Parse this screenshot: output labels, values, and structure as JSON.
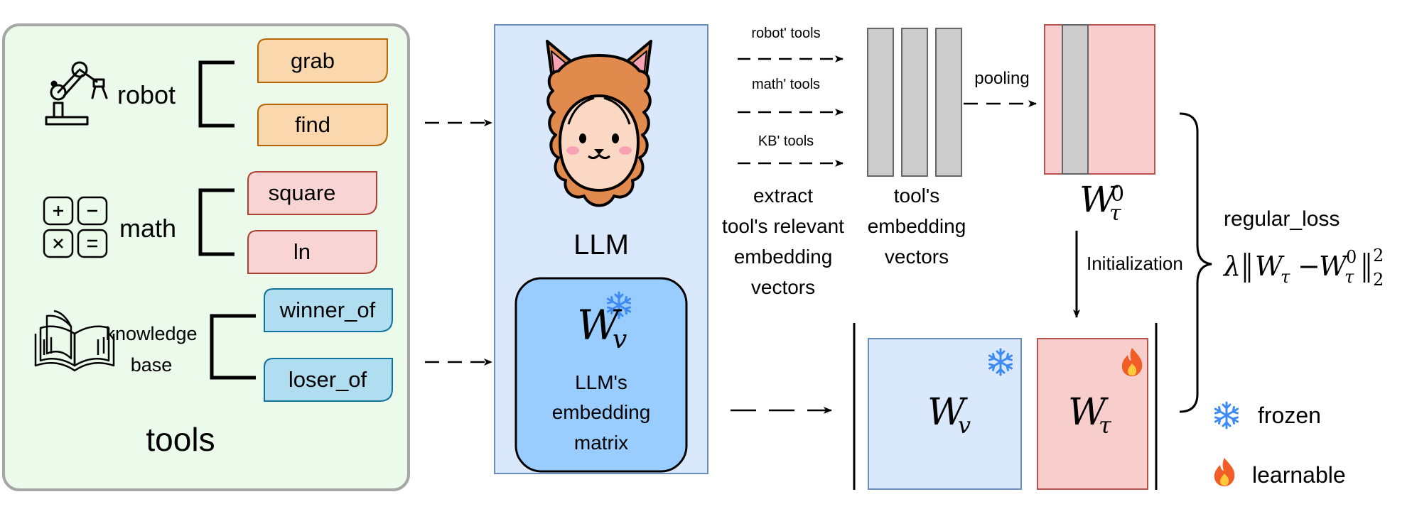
{
  "tools_panel": {
    "title": "tools",
    "groups": [
      {
        "label": "robot",
        "icon": "robot-arm-icon",
        "tools": [
          "grab",
          "find"
        ],
        "tool_fill": "#fad7ac",
        "tool_stroke": "#b46504"
      },
      {
        "label": "math",
        "icon": "calculator-icon",
        "tools": [
          "square",
          "ln"
        ],
        "tool_fill": "#f8d4d4",
        "tool_stroke": "#ae4132"
      },
      {
        "label_line1": "knowledge",
        "label_line2": "base",
        "icon": "book-icon",
        "tools": [
          "winner_of",
          "loser_of"
        ],
        "tool_fill": "#b1ddf0",
        "tool_stroke": "#10739e"
      }
    ]
  },
  "llm": {
    "label": "LLM",
    "icon": "alpaca-icon",
    "matrix_symbol": "W",
    "matrix_subscript": "v",
    "matrix_caption_lines": [
      "LLM's",
      "embedding",
      "matrix"
    ],
    "frozen_icon": "snowflake-icon"
  },
  "extraction": {
    "arrow_labels": [
      "robot' tools",
      "math' tools",
      "KB' tools"
    ],
    "caption_lines": [
      "extract",
      "tool's relevant",
      "embedding",
      "vectors"
    ]
  },
  "tool_vectors": {
    "caption_lines": [
      "tool's",
      "embedding",
      "vectors"
    ],
    "pooling_label": "pooling"
  },
  "init_matrix": {
    "symbol": "W",
    "subscript": "τ",
    "superscript": "0",
    "initialization_label": "Initialization"
  },
  "combined": {
    "left_symbol": "W",
    "left_subscript": "v",
    "right_symbol": "W",
    "right_subscript": "τ"
  },
  "loss": {
    "label": "regular_loss",
    "lambda": "λ",
    "w1": "W",
    "w1_sub": "τ",
    "minus": "−",
    "w2": "W",
    "w2_sub": "τ",
    "w2_sup": "0",
    "norm_sup": "2",
    "norm_sub": "2"
  },
  "legend": [
    {
      "icon": "snowflake-icon",
      "label": "frozen"
    },
    {
      "icon": "fire-icon",
      "label": "learnable"
    }
  ],
  "colors": {
    "panel_fill": "#ebfaeb",
    "panel_stroke": "#a6a6a6",
    "llm_fill": "#dae8fc",
    "llm_stroke": "#6c8ebf",
    "matrix_fill": "#99ccff",
    "red_fill": "#f8cecc",
    "red_stroke": "#b85450",
    "gray_fill": "#cccccc",
    "gray_stroke": "#666666",
    "alpaca_fur": "#e08a4e",
    "snowflake": "#3d8bf2",
    "fire": "#f25c27"
  }
}
